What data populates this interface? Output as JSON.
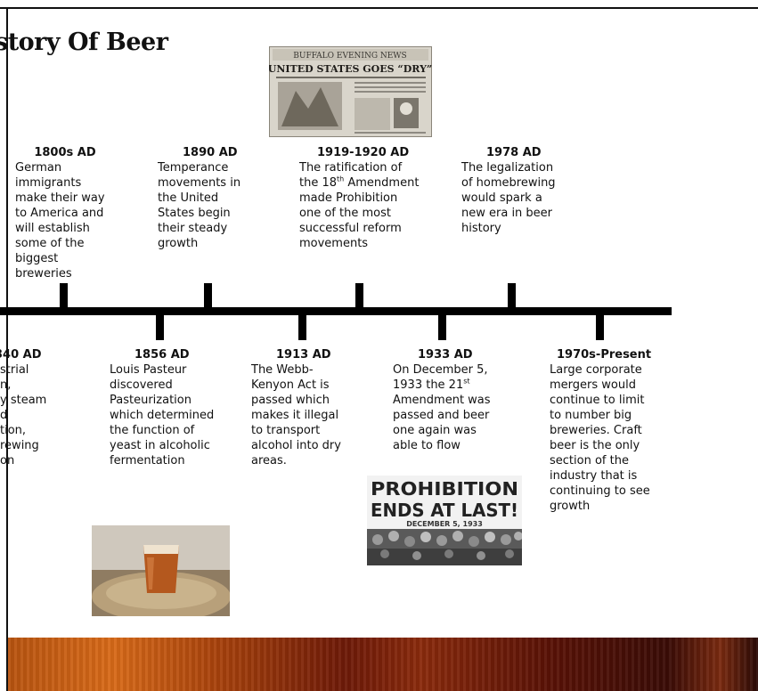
{
  "slide": {
    "title": "story Of Beer"
  },
  "events_top": [
    {
      "date": "1800s AD",
      "text": "German immigrants make their way to America and will establish some of the biggest breweries"
    },
    {
      "date": "1890 AD",
      "text": "Temperance movements in the United States begin their steady growth"
    },
    {
      "date": "1919-1920 AD",
      "text_before": "The ratification of the 18",
      "sup": "th",
      "text_after": " Amendment made Prohibition one of the most successful reform movements"
    },
    {
      "date": "1978 AD",
      "text": "The legalization of homebrewing would spark a new era in beer history"
    }
  ],
  "events_bottom": [
    {
      "date": "340 AD",
      "lines": [
        "strial",
        "n,",
        "y steam",
        "d",
        "tion,",
        "rewing",
        "on"
      ]
    },
    {
      "date": "1856 AD",
      "text": "Louis Pasteur discovered Pasteurization which determined the function of yeast in alcoholic fermentation"
    },
    {
      "date": "1913 AD",
      "text": "The Webb-Kenyon Act is passed which makes it illegal to transport alcohol into dry areas."
    },
    {
      "date": "1933 AD",
      "text_before": "On December 5, 1933 the 21",
      "sup": "st",
      "text_after": " Amendment was passed and beer one again was able to flow"
    },
    {
      "date": "1970s-Present",
      "text": "Large corporate mergers would continue to limit to number big breweries. Craft beer is the only section of the industry that is continuing to see growth"
    }
  ],
  "images": {
    "newspaper": {
      "masthead": "BUFFALO EVENING NEWS",
      "headline": "UNITED STATES GOES “DRY”"
    },
    "prohibition": {
      "line1": "PROHIBITION",
      "line2": "ENDS AT LAST!",
      "date": "DECEMBER 5, 1933"
    }
  }
}
